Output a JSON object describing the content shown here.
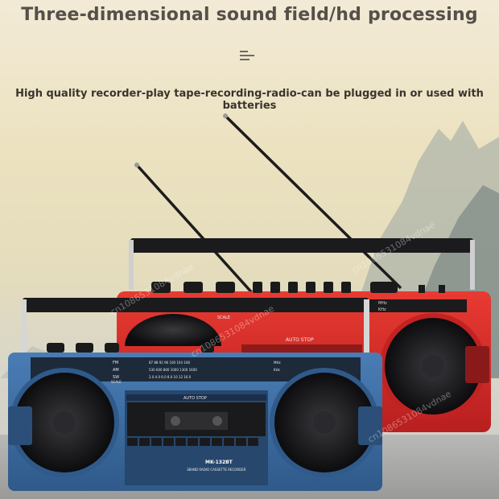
{
  "header": {
    "title": "Three-dimensional sound field/hd processing",
    "subtitle": "High quality recorder-play tape-recording-radio-can be plugged in or used with batteries"
  },
  "radio_blue": {
    "model": "MK-132BT",
    "product_line": "3BAND RADIO CASSETTE RECORDER",
    "auto_stop": "AUTO STOP",
    "band_fm": "FM",
    "band_am": "AM",
    "band_sw": "SW",
    "scale": "SCALE",
    "unit_mhz": "MHz",
    "unit_khz": "KHz",
    "fm_scale": "87  88  92  96  100  104  108",
    "am_scale": "530  600  800  1000  1300  1600",
    "sw_scale": "2.0  4.0  6.0  8.0  10  12  16.0"
  },
  "radio_red": {
    "auto_stop": "AUTO STOP",
    "scale": "SCALE",
    "unit_mhz": "MHz",
    "unit_khz": "KHz"
  },
  "watermark": "cn1086531084vdnae",
  "colors": {
    "blue_body": "#3f6fa6",
    "red_body": "#d92a2a",
    "speaker": "#1a1a1c",
    "background": "#ece2c0"
  }
}
